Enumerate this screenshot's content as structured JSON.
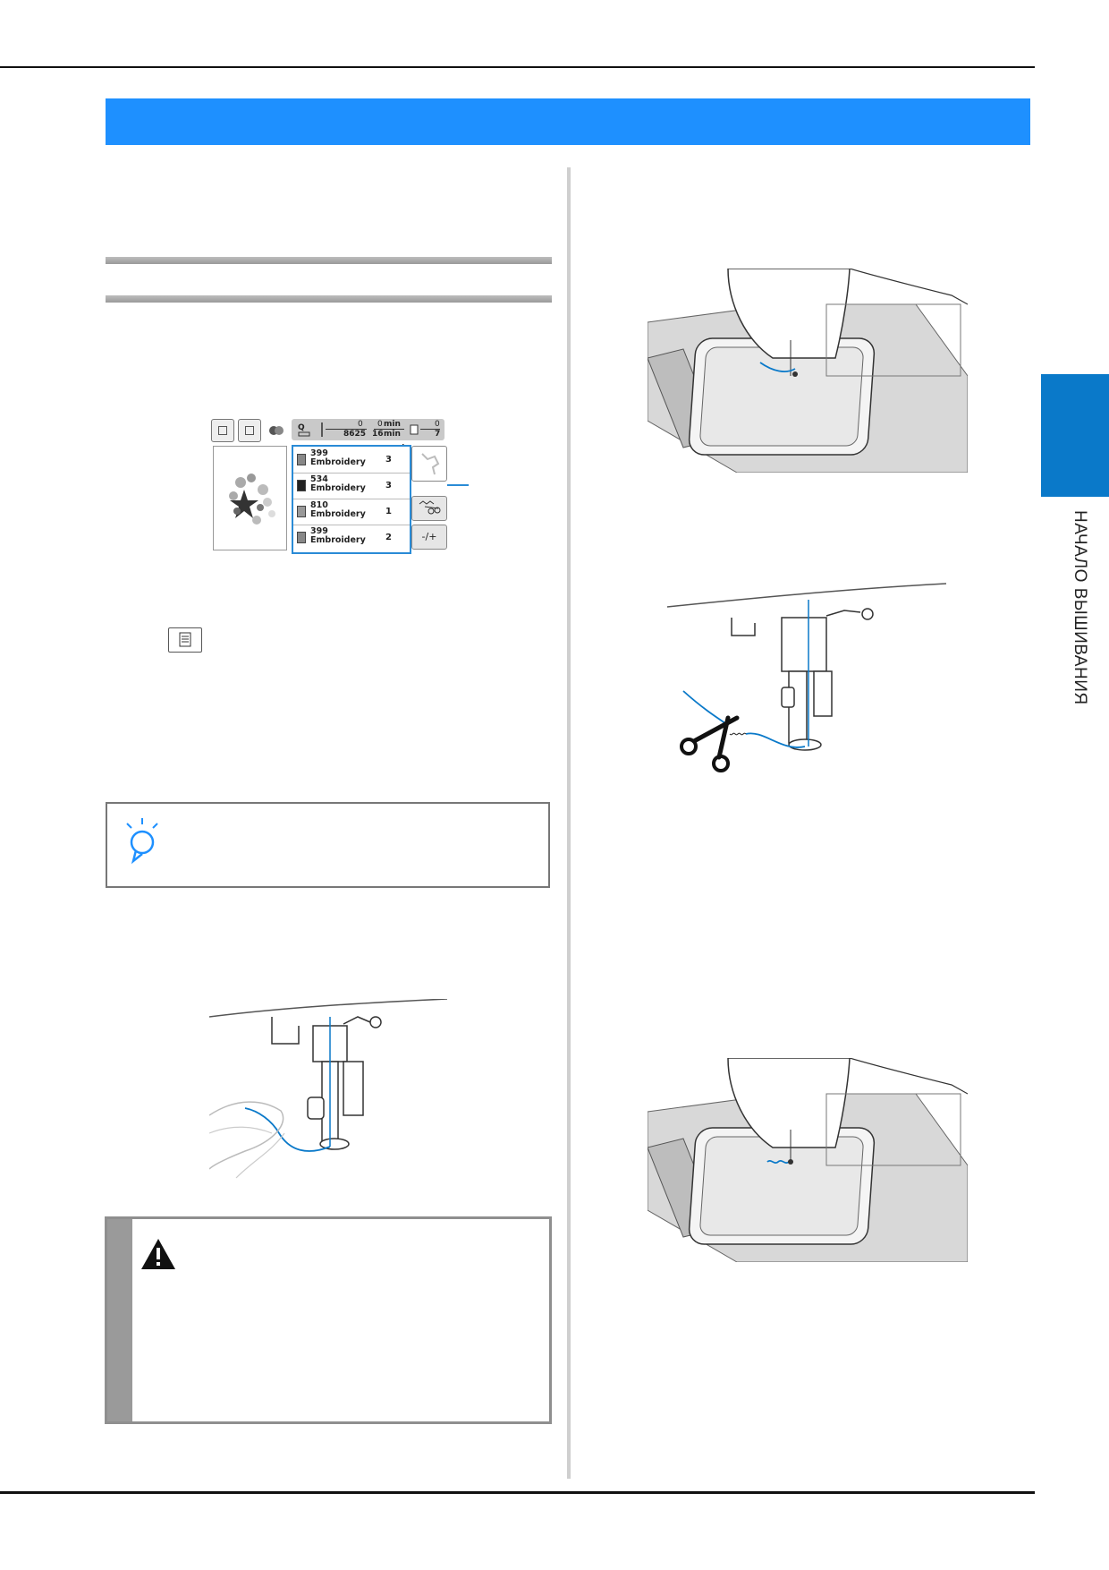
{
  "side_tab": {
    "label": "НАЧАЛО ВЫШИВАНИЯ",
    "color": "#0a79c9"
  },
  "title_bar": {
    "color": "#1e90ff"
  },
  "lcd_panel": {
    "status": {
      "stitch_count": "0",
      "total_stitches": "8625",
      "time_elapsed": "0",
      "time_total": "16",
      "time_unit": "min",
      "color_index": "0",
      "color_total": "7"
    },
    "list_unit": "min",
    "threads": [
      {
        "number": "399",
        "name": "Embroidery",
        "count": "3"
      },
      {
        "number": "534",
        "name": "Embroidery",
        "count": "3"
      },
      {
        "number": "810",
        "name": "Embroidery",
        "count": "1"
      },
      {
        "number": "399",
        "name": "Embroidery",
        "count": "2"
      }
    ],
    "buttons": {
      "thread_adjust": "-/+"
    }
  },
  "icons": [
    "bobbin-icon",
    "needle-icon",
    "spool-icon",
    "scissors-cut-icon",
    "note-bulb-icon",
    "warning-triangle-icon",
    "document-list-icon"
  ]
}
